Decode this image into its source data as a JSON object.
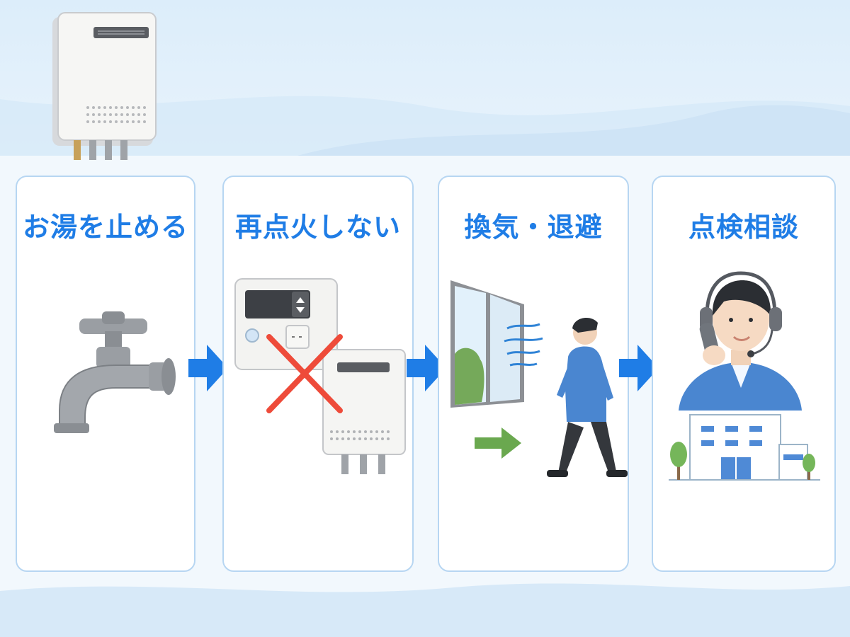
{
  "steps": [
    {
      "title": "お湯を止める",
      "icon": "faucet-icon"
    },
    {
      "title": "再点火しない",
      "icon": "no-reignite-icon"
    },
    {
      "title": "換気・退避",
      "icon": "ventilate-evacuate-icon"
    },
    {
      "title": "点検相談",
      "icon": "support-call-icon"
    }
  ],
  "colors": {
    "title": "#1f7de6",
    "arrow": "#1f7de6",
    "panel_border": "#b7d6f2",
    "cross": "#ee4b3a",
    "vent_arrow": "#6aa84f",
    "person_shirt": "#4a86d0"
  },
  "icons": [
    "water-heater-icon",
    "flow-arrow-icon"
  ]
}
